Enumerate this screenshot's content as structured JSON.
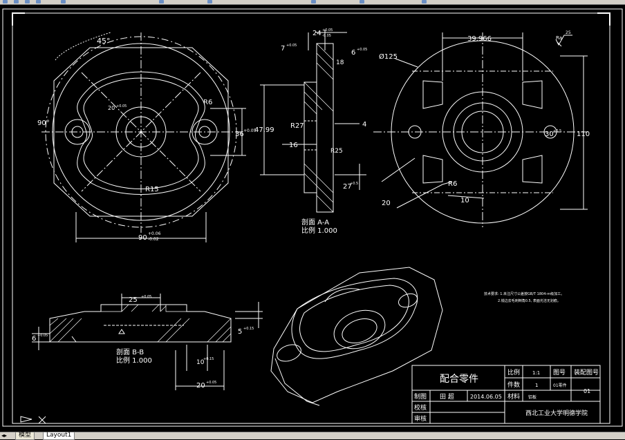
{
  "app": {
    "toolbar_icons": [
      "open-icon",
      "save-icon",
      "print-icon",
      "undo-icon",
      "redo-icon",
      "pan-icon",
      "zoom-icon",
      "properties-icon",
      "layers-icon",
      "match-icon"
    ],
    "tabs": [
      {
        "label": "模型",
        "active": false
      },
      {
        "label": "Layout1",
        "active": true
      }
    ]
  },
  "drawing": {
    "colors": {
      "background": "#000000",
      "line": "#ffffff",
      "grip_box": "#ffffff"
    },
    "top_view": {
      "dim_angle_45": "45°",
      "dim_angle_90": "90°",
      "dim_r6": "R6",
      "dim_r15": "R15",
      "dim_width": "90",
      "dim_width_tol_upper": "+0.06",
      "dim_width_tol_lower": "-0.02",
      "dim_height": "36",
      "dim_height_tol": "+0.05",
      "dim_inner": "20",
      "dim_inner_tol": "+0.05"
    },
    "section_aa": {
      "dim_top_width": "24",
      "dim_top_tol_upper": "+0.05",
      "dim_top_tol_lower": "-0.05",
      "dim_left": "7",
      "dim_left_tol": "+0.05",
      "dim_right": "6",
      "dim_right_tol": "+0.05",
      "dim_18": "18",
      "dim_47": "47.99",
      "dim_r27": "R27",
      "dim_r25": "R25",
      "dim_16": "16",
      "dim_4": "4",
      "dim_27": "27",
      "dim_27_tol": "+0.5",
      "title_line1": "剖面 A-A",
      "title_line2": "比例 1.000"
    },
    "right_view": {
      "dim_39": "39.966",
      "dim_diameter": "Ø125",
      "dim_height": "110",
      "dim_30": "30",
      "dim_30_tol": "+0.5",
      "dim_r6": "R6",
      "dim_20": "20",
      "dim_10": "10",
      "roughness_symbol": "Ra",
      "roughness_value": "25"
    },
    "section_bb": {
      "dim_25": "25",
      "dim_25_tol": "+0.05",
      "dim_6": "6",
      "dim_6_tol": "+0.05",
      "dim_5": "5",
      "dim_5_tol": "+0.15",
      "dim_10": "10",
      "dim_10_tol": "+0.15",
      "dim_20": "20",
      "dim_20_tol": "+0.05",
      "title_line1": "剖面 B-B",
      "title_line2": "比例 1.000"
    },
    "notes": {
      "line1": "技术要求: 1.未注尺寸公差按GB/T 1804-m级加工。",
      "line2": "2.锐边去毛刺倒角0.5, 表面光洁无划痕。"
    }
  },
  "title_block": {
    "part_name": "配合零件",
    "scale_label": "比例",
    "scale_value": "1:1",
    "drawing_no_label": "图号",
    "drawing_no_value": "01零件",
    "assembly_label": "装配图号",
    "assembly_value": "01",
    "count_label": "件数",
    "count_value": "1",
    "material_label": "材料",
    "material_value": "铝板",
    "drawn_label": "制图",
    "drawn_name": "田 超",
    "date": "2014.06.05",
    "check_label": "校核",
    "review_label": "审核",
    "school": "西北工业大学明德学院"
  }
}
